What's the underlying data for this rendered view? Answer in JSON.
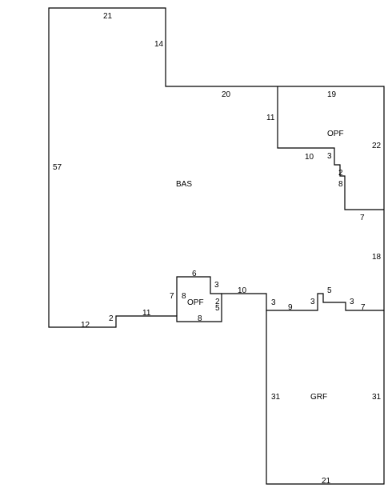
{
  "sketch": {
    "areas": {
      "bas": "BAS",
      "opf_upper": "OPF",
      "opf_lower": "OPF",
      "grf": "GRF"
    },
    "dimensions": {
      "top_21": "21",
      "left_inner_14": "14",
      "mid_20": "20",
      "opf_top_19": "19",
      "right_22": "22",
      "opf_left_11": "11",
      "opf_bottom_10": "10",
      "opf_step_3": "3",
      "opf_step_2": "2",
      "opf_step_8": "8",
      "opf_step_7": "7",
      "right_18": "18",
      "left_57": "57",
      "bottom_12": "12",
      "step_2": "2",
      "step_11": "11",
      "porch_6": "6",
      "porch_7": "7",
      "porch_8_inner": "8",
      "porch_3": "3",
      "porch_2": "2",
      "porch_5": "5",
      "porch_8_bottom": "8",
      "run_10": "10",
      "grf_3_left": "3",
      "grf_9": "9",
      "grf_3_mid": "3",
      "grf_5": "5",
      "grf_3_right": "3",
      "grf_7": "7",
      "grf_31_left": "31",
      "grf_31_right": "31",
      "grf_21": "21"
    }
  }
}
